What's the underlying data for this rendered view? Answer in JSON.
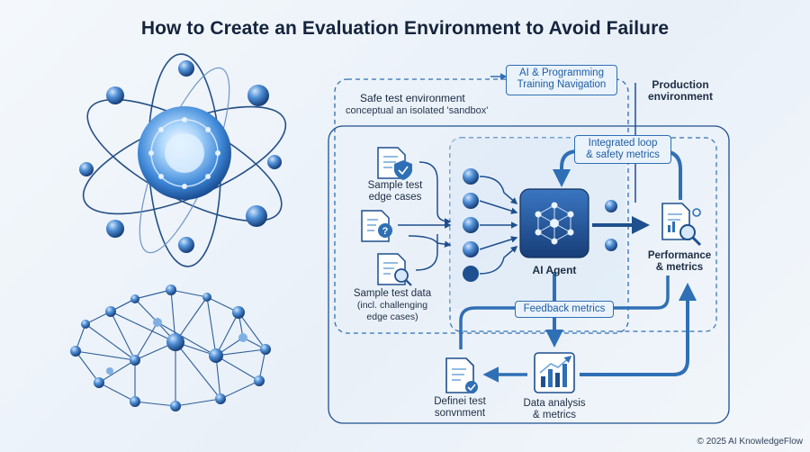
{
  "title": "How to Create an Evaluation Environment to Avoid Failure",
  "nav_pill": {
    "line1": "AI & Programming",
    "line2": "Training Navigation"
  },
  "safe_env": {
    "title": "Safe test environment",
    "subtitle": "conceptual an isolated 'sandbox'"
  },
  "production_env": {
    "line1": "Production",
    "line2": "environment"
  },
  "loop_pill": {
    "line1": "Integrated loop",
    "line2": "& safety metrics"
  },
  "inputs": {
    "edge_cases": {
      "line1": "Sample test",
      "line2": "edge cases"
    },
    "test_data": {
      "line1": "Sample test data",
      "line2": "(incl. challenging",
      "line3": "edge cases)"
    }
  },
  "agent": {
    "label": "AI Agent"
  },
  "performance": {
    "line1": "Performance",
    "line2": "& metrics"
  },
  "feedback_pill": {
    "label": "Feedback metrics"
  },
  "define_env": {
    "line1": "Definei test",
    "line2": "sonvnment"
  },
  "analysis": {
    "line1": "Data analysis",
    "line2": "& metrics"
  },
  "copyright": "© 2025 AI KnowledgeFlow",
  "colors": {
    "dark_blue": "#1e4f8e",
    "mid_blue": "#2f6fb5",
    "light_blue": "#6fa6dc",
    "bg": "#eef4fa"
  }
}
